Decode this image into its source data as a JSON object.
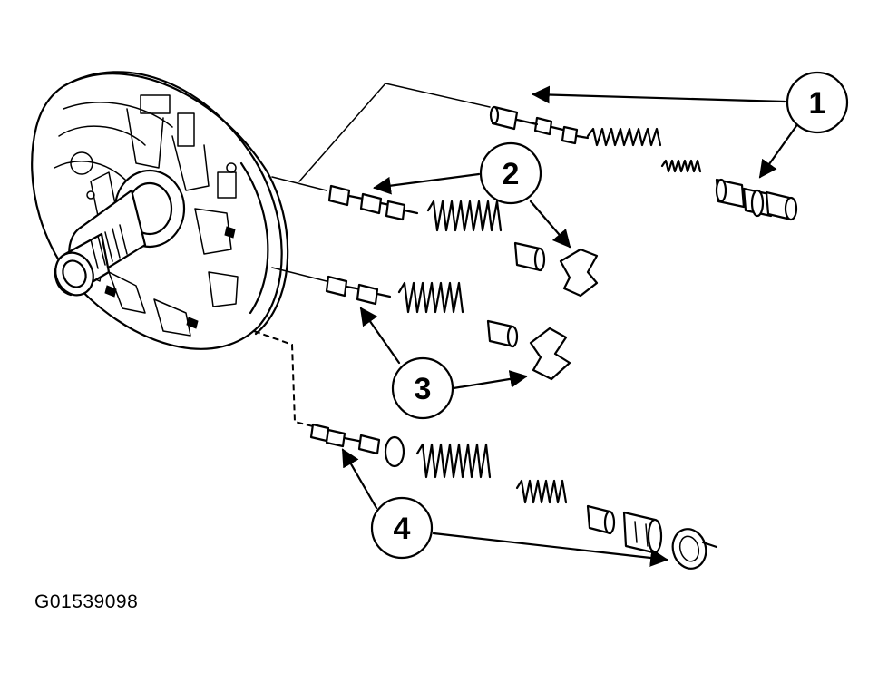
{
  "figure_id": "G01539098",
  "callouts": [
    {
      "label": "1"
    },
    {
      "label": "2"
    },
    {
      "label": "3"
    },
    {
      "label": "4"
    }
  ],
  "colors": {
    "ink": "#000000",
    "paper": "#ffffff"
  }
}
